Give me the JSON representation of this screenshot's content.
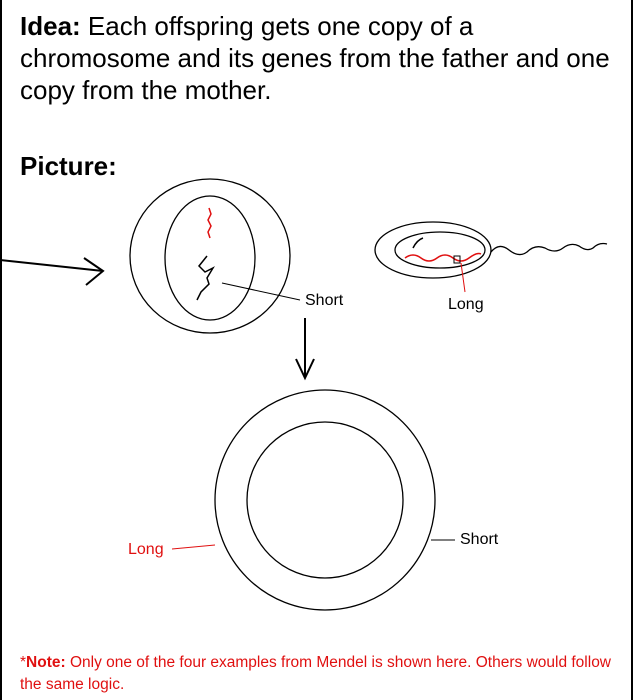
{
  "idea": {
    "label": "Idea:",
    "text": " Each offspring gets one copy of a chromosome and its genes from the father and one copy from the mother."
  },
  "picture": {
    "label": "Picture:"
  },
  "labels": {
    "mother_short": "Short",
    "father_long": "Long",
    "offspring_long": "Long",
    "offspring_short": "Short"
  },
  "note": {
    "prefix": "*",
    "label": "Note:",
    "text": " Only one of the four examples from Mendel is shown here. Others would follow the same logic."
  },
  "colors": {
    "text": "#000000",
    "red": "#e01010"
  }
}
